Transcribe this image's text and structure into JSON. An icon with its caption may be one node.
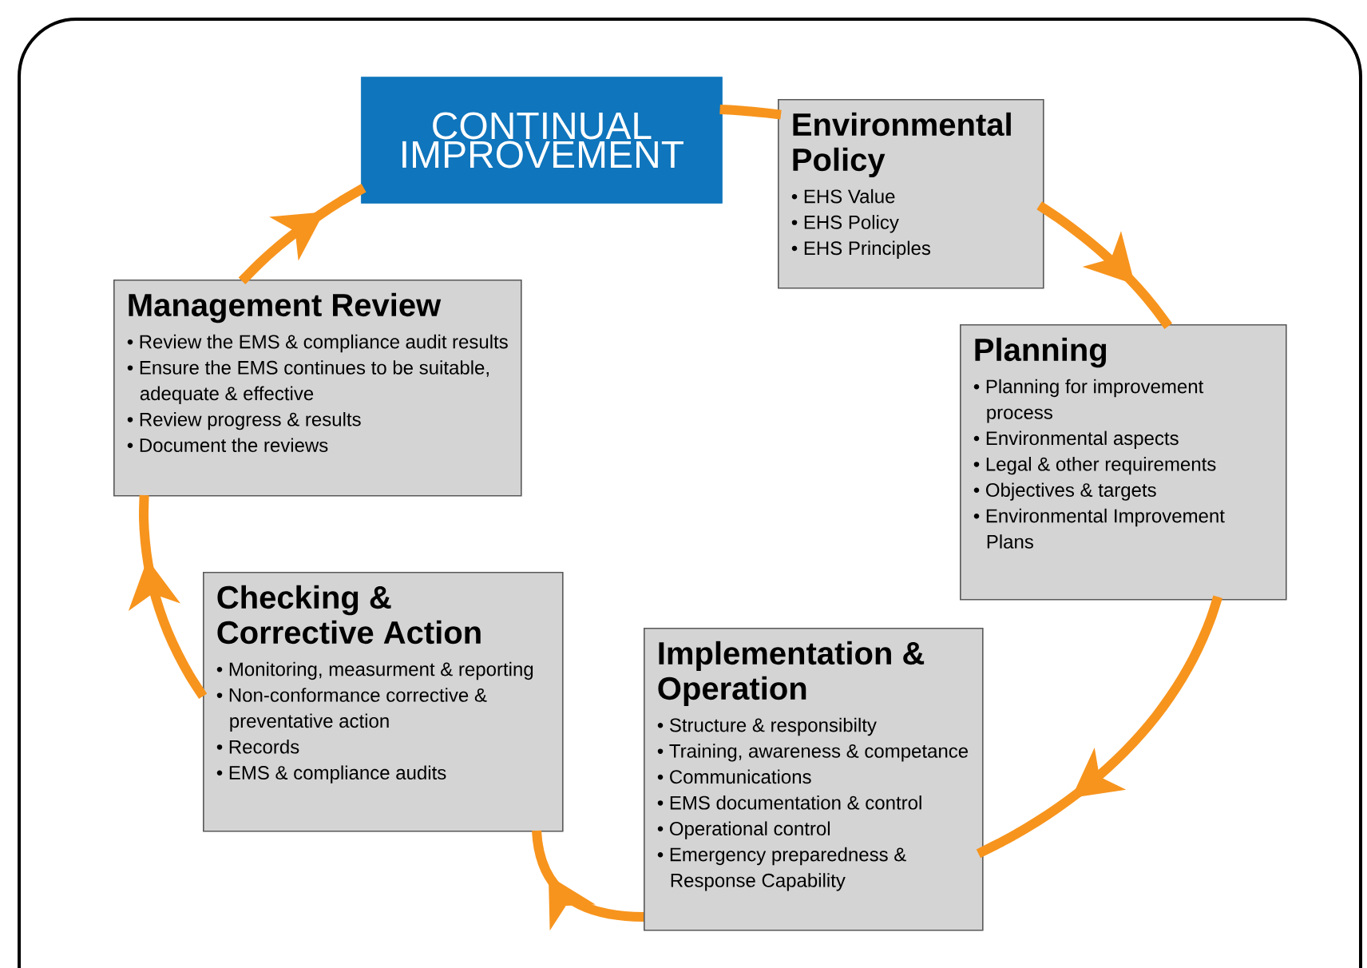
{
  "diagram": {
    "nodes": [
      {
        "text": [
          "CONTINUAL IMPROVEMENT"
        ]
      },
      {
        "text": [
          "Environmental Policy",
          "• EHS Value",
          "• EHS Policy",
          "• EHS Principles"
        ]
      },
      {
        "text": [
          "Planning",
          "• Planning for improvement process",
          "• Environmental aspects",
          "• Legal & other requirements",
          "• Objectives & targets",
          "• Environmental Improvement Plans"
        ]
      },
      {
        "text": [
          "Implementation & Operation",
          "• Structure & responsibilty",
          "• Training, awareness & competance",
          "• Communications",
          "• EMS documentation & control",
          "• Operational control",
          "• Emergency preparedness & Response Capability"
        ]
      },
      {
        "text": [
          "Checking & Corrective Action",
          "• Monitoring, measurment & reporting",
          "• Non-conformance corrective & preventative action",
          "• Records",
          "• EMS & compliance audits"
        ]
      },
      {
        "text": [
          "Management Review",
          "• Review the EMS & compliance audit results",
          "• Ensure the EMS continues to be suitable, adequate & effective",
          "• Review progress & results",
          "• Document the reviews"
        ]
      }
    ],
    "edges": [
      {
        "from": 0,
        "to": 1,
        "arrow": "none"
      },
      {
        "from": 1,
        "to": 2,
        "arrow": "to"
      },
      {
        "from": 2,
        "to": 3,
        "arrow": "to"
      },
      {
        "from": 3,
        "to": 4,
        "arrow": "to"
      },
      {
        "from": 4,
        "to": 5,
        "arrow": "to"
      },
      {
        "from": 5,
        "to": 0,
        "arrow": "to"
      }
    ]
  }
}
